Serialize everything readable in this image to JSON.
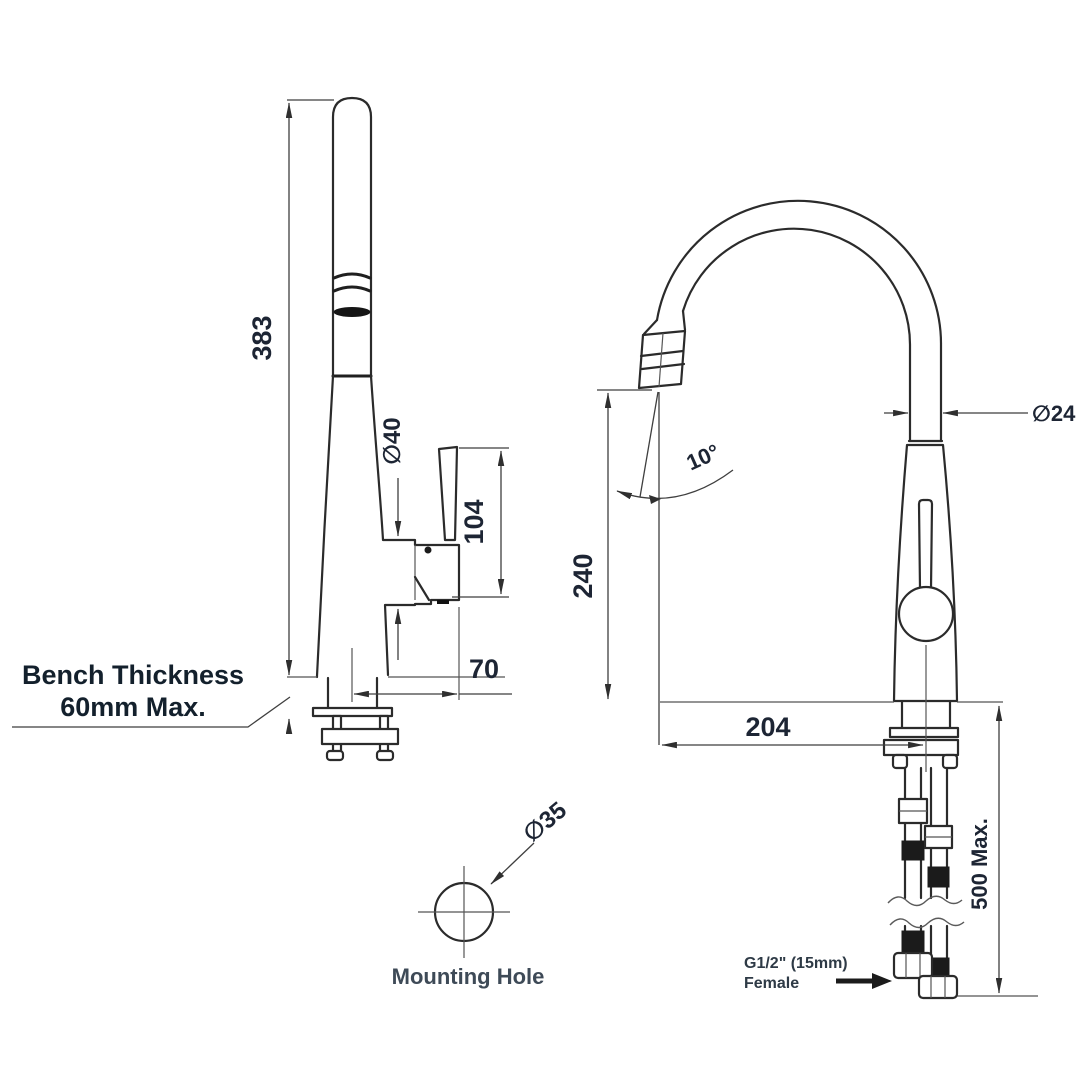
{
  "drawing": {
    "left_view": {
      "height_dim": "383",
      "spout_dia_dim": "∅40",
      "handle_height_dim": "104",
      "handle_reach_dim": "70",
      "bench_note_line1": "Bench Thickness",
      "bench_note_line2": "60mm Max."
    },
    "mounting_hole": {
      "dia_dim": "∅35",
      "label": "Mounting Hole"
    },
    "front_view": {
      "spout_height_dim": "240",
      "tube_dia_dim": "∅24",
      "swivel_angle_dim": "10°",
      "reach_dim": "204",
      "hose_length_dim": "500 Max.",
      "connection_line1": "G1/2\" (15mm)",
      "connection_line2": "Female"
    },
    "colors": {
      "line": "#2b2b2b",
      "dim_text": "#1d2534",
      "note_text": "#3e4a57",
      "background": "#ffffff"
    }
  }
}
